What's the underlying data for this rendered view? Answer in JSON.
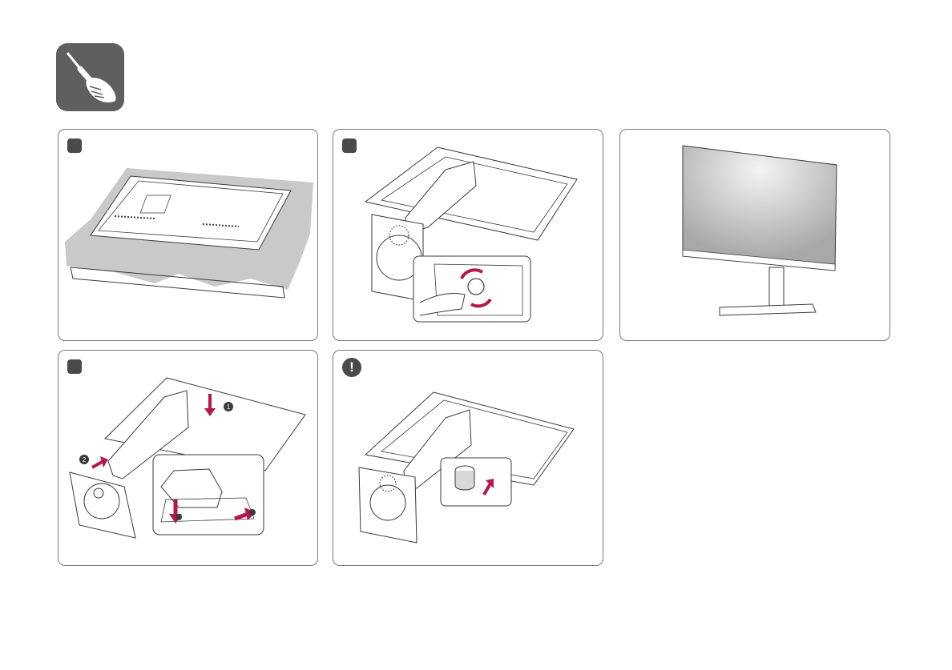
{
  "header": {
    "icon": "screwdriver-hand-icon"
  },
  "panels": [
    {
      "marker_icon": "step-square-icon",
      "illustration": "monitor-face-down-on-packing-foam"
    },
    {
      "marker_icon": "step-square-icon",
      "illustration": "tighten-base-screw"
    },
    {
      "illustration": "assembled-monitor"
    },
    {
      "marker_icon": "step-square-icon",
      "illustration": "attach-stand-body",
      "callouts": [
        "1",
        "2"
      ]
    },
    {
      "caution_icon": "exclamation-icon",
      "caution_symbol": "!",
      "illustration": "screw-handle-folded"
    }
  ],
  "colors": {
    "accent": "#b5174f",
    "icon_bg": "#5f5f5f",
    "marker": "#4a4a4a",
    "line": "#3a3a3a",
    "foam": "#c9c9c9"
  }
}
